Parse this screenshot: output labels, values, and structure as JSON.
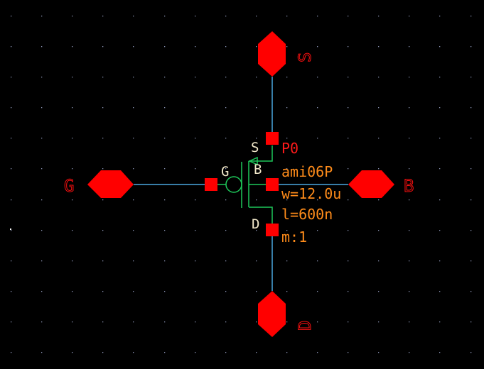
{
  "schematic": {
    "pins": {
      "source": "S",
      "gate": "G",
      "bulk": "B",
      "drain": "D"
    },
    "device": {
      "terminal_labels": {
        "source": "S",
        "bulk": "B",
        "gate": "G",
        "drain": "D"
      },
      "instance_name": "P0",
      "model": "ami06P",
      "width": "w=12.0u",
      "length": "l=600n",
      "multiplier": "m:1"
    },
    "colors": {
      "background": "#000000",
      "grid_dot": "#8890b0",
      "wire": "#4aa8e0",
      "pin": "#ff0000",
      "device": "#1ec85a",
      "terminal_label": "#f0e6c8",
      "property_text": "#ff8c1a"
    }
  }
}
